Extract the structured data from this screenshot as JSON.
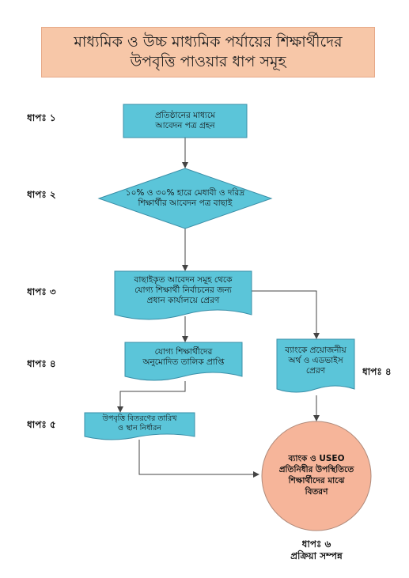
{
  "title": {
    "line1": "মাধ্যমিক ও উচ্চ মাধ্যমিক পর্যায়ের শিক্ষার্থীদের",
    "line2": "উপবৃত্তি পাওয়ার ধাপ সমূহ"
  },
  "steps": {
    "s1": "ধাপঃ ১",
    "s2": "ধাপঃ ২",
    "s3": "ধাপঃ ৩",
    "s4": "ধাপঃ ৪",
    "s4b": "ধাপঃ ৪",
    "s5": "ধাপঃ ৫",
    "s6": "ধাপঃ ৬"
  },
  "nodes": {
    "n1": {
      "line1": "প্রতিষ্ঠানের মাধ্যমে",
      "line2": "আবেদন পত্র গ্রহন"
    },
    "n2": {
      "line1": "১০% ও ৩০% হারে মেধাবী ও দরিদ্র",
      "line2": "শিক্ষার্থীর আবেদন পত্র বাছাই"
    },
    "n3": {
      "line1": "বাছাইকৃত আবেদন সমূহ থেকে",
      "line2": "যোগ্য শিক্ষার্থী নির্বাচনের জন্য",
      "line3": "প্রধান কার্যালয়ে প্রেরণ"
    },
    "n4": {
      "line1": "যোগ্য শিক্ষার্থীদের",
      "line2": "অনুমোদিত তালিক প্রাপ্তি"
    },
    "n4b": {
      "line1": "ব্যাংকে প্রয়োজনীয়",
      "line2": "অর্থ ও এডভাইস",
      "line3": "প্রেরণ"
    },
    "n5": {
      "line1": "উপবৃত্তি বিতরণের তারিখ",
      "line2": "ও স্থান নির্ধারন"
    },
    "n6": {
      "line1": "ব্যাংক ও USEO",
      "line2": "প্রতিনিধীর উপস্থিতিতে",
      "line3": "শিক্ষার্থীদের মাঝে",
      "line4": "বিতরণ"
    }
  },
  "final": {
    "label": "প্রক্রিয়া সম্পন্ন"
  },
  "colors": {
    "node_fill": "#5bc5d9",
    "node_stroke": "#3a8fa8",
    "circle_fill": "#f6b59a",
    "circle_stroke": "#b08a7a",
    "title_fill": "#f7c7a8",
    "arrow": "#444444"
  }
}
